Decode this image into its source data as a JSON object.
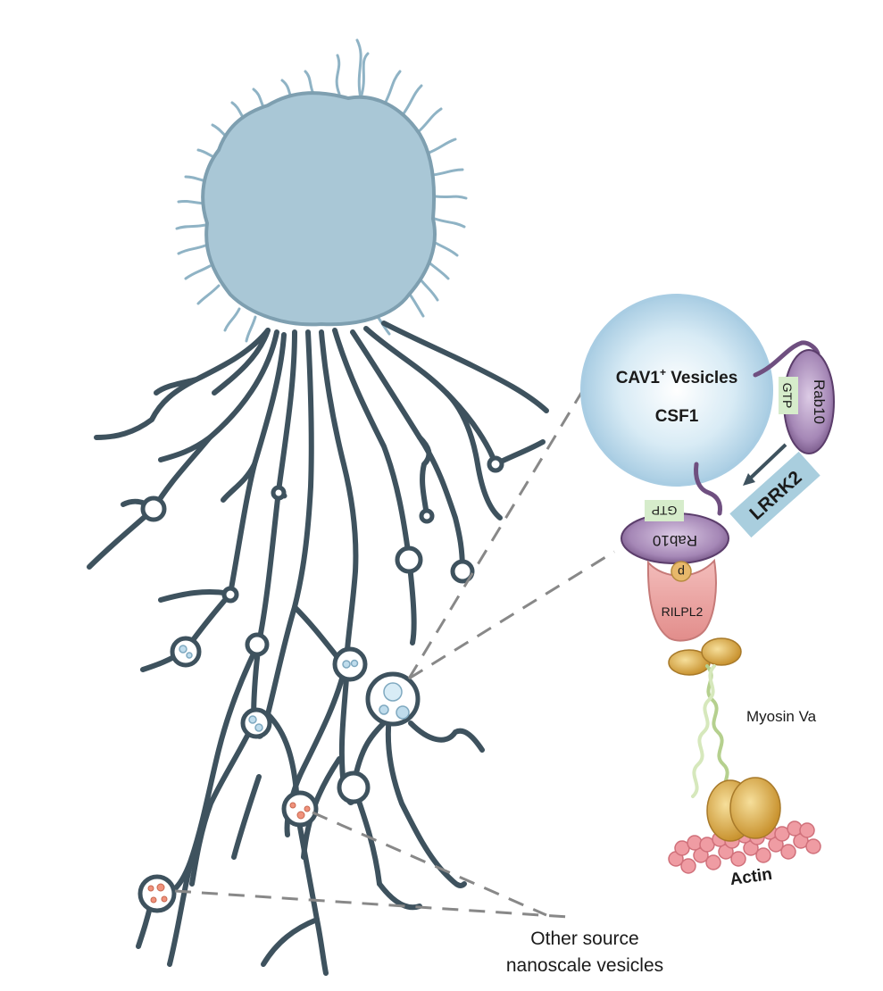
{
  "labels": {
    "vesicle_title": "CAV1",
    "vesicle_superscript": "+",
    "vesicle_title_rest": " Vesicles",
    "vesicle_cargo": "CSF1",
    "rab10_top": "Rab10",
    "gtp_top": "GTP",
    "lrrk2": "LRRK2",
    "rab10_bottom": "Rab10",
    "gtp_bottom": "GTP",
    "phospho": "p",
    "rilpl2": "RILPL2",
    "myosin": "Myosin Va",
    "actin": "Actin",
    "other_source_line1": "Other source",
    "other_source_line2": "nanoscale vesicles"
  },
  "colors": {
    "cell_body": "#a9c7d6",
    "cell_outline": "#7e9fb0",
    "neurite": "#3e525e",
    "filopodia": "#8fb3c5",
    "vesicle_fill": "#cfe6f2",
    "rab10": "#8f6f9f",
    "gtp_box": "#d6eccb",
    "lrrk2_box": "#a9cede",
    "rilpl2": "#eca5a2",
    "phospho": "#e7b86b",
    "myosin_head": "#e7b45e",
    "myosin_tail": "#c9e0a9",
    "actin": "#ef9ca3",
    "nanoscale_vesicle": "#f0927c",
    "dashed_line": "#888888"
  }
}
